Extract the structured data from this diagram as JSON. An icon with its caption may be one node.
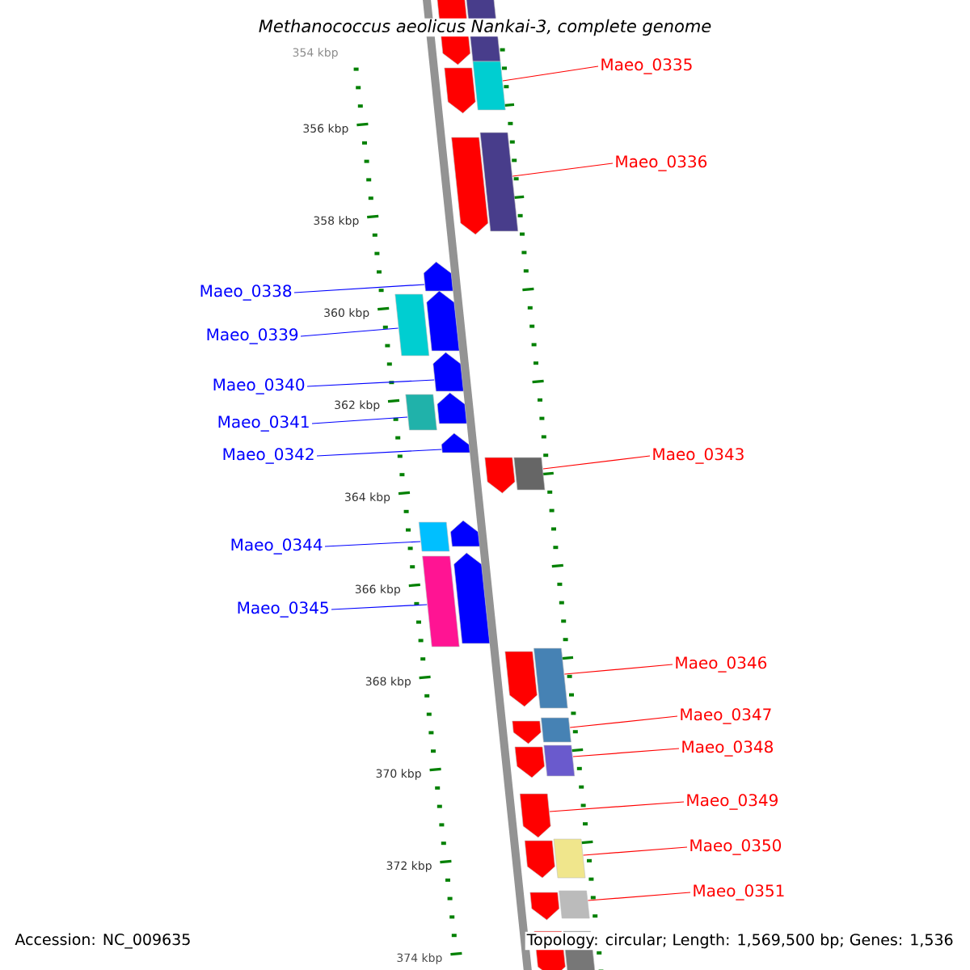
{
  "diagram": {
    "title": "Methanococcus aeolicus Nankai-3, complete genome",
    "nodes": [
      {
        "text": [
          "Maeo_0335"
        ]
      },
      {
        "text": [
          "Maeo_0336"
        ]
      },
      {
        "text": [
          "Maeo_0338"
        ]
      },
      {
        "text": [
          "Maeo_0339"
        ]
      },
      {
        "text": [
          "Maeo_0340"
        ]
      },
      {
        "text": [
          "Maeo_0341"
        ]
      },
      {
        "text": [
          "Maeo_0342"
        ]
      },
      {
        "text": [
          "Maeo_0343"
        ]
      },
      {
        "text": [
          "Maeo_0344"
        ]
      },
      {
        "text": [
          "Maeo_0345"
        ]
      },
      {
        "text": [
          "Maeo_0346"
        ]
      },
      {
        "text": [
          "Maeo_0347"
        ]
      },
      {
        "text": [
          "Maeo_0348"
        ]
      },
      {
        "text": [
          "Maeo_0349"
        ]
      },
      {
        "text": [
          "Maeo_0350"
        ]
      },
      {
        "text": [
          "Maeo_0351"
        ]
      },
      {
        "text": [],
        "shape": "box"
      },
      {
        "text": [],
        "shape": "box"
      },
      {
        "text": [],
        "shape": "box"
      },
      {
        "text": [],
        "shape": "arrow"
      },
      {
        "text": [],
        "shape": "box"
      },
      {
        "text": [],
        "shape": "arrow"
      },
      {
        "text": [],
        "shape": "box"
      },
      {
        "text": [],
        "shape": "arrow"
      },
      {
        "text": [],
        "shape": "box"
      },
      {
        "text": [],
        "shape": "box"
      },
      {
        "text": [],
        "shape": "box"
      },
      {
        "text": [],
        "shape": "box"
      },
      {
        "text": [],
        "shape": "box"
      },
      {
        "text": [],
        "shape": "box"
      },
      {
        "text": [],
        "shape": "arrow"
      },
      {
        "text": [],
        "shape": "box"
      },
      {
        "text": [],
        "shape": "box"
      },
      {
        "text": [],
        "shape": "box"
      }
    ],
    "edges": [
      {
        "from": 0,
        "to": 17,
        "arrow": "none"
      },
      {
        "from": 1,
        "to": 18,
        "arrow": "none"
      },
      {
        "from": 2,
        "to": 19,
        "arrow": "none",
        "color": "#0000ff"
      },
      {
        "from": 3,
        "to": 20,
        "arrow": "none",
        "color": "#0000ff"
      },
      {
        "from": 4,
        "to": 21,
        "arrow": "none",
        "color": "#0000ff"
      },
      {
        "from": 5,
        "to": 22,
        "arrow": "none",
        "color": "#0000ff"
      },
      {
        "from": 6,
        "to": 23,
        "arrow": "none",
        "color": "#0000ff"
      },
      {
        "from": 7,
        "to": 24,
        "arrow": "none"
      },
      {
        "from": 8,
        "to": 25,
        "arrow": "none",
        "color": "#0000ff"
      },
      {
        "from": 9,
        "to": 26,
        "arrow": "none",
        "color": "#0000ff"
      },
      {
        "from": 10,
        "to": 27,
        "arrow": "none"
      },
      {
        "from": 11,
        "to": 28,
        "arrow": "none"
      },
      {
        "from": 12,
        "to": 29,
        "arrow": "none"
      },
      {
        "from": 13,
        "to": 30,
        "arrow": "none"
      },
      {
        "from": 14,
        "to": 31,
        "arrow": "none"
      },
      {
        "from": 15,
        "to": 32,
        "arrow": "none"
      }
    ],
    "labels": [
      "354 kbp",
      "356 kbp",
      "358 kbp",
      "360 kbp",
      "362 kbp",
      "364 kbp",
      "366 kbp",
      "368 kbp",
      "370 kbp",
      "372 kbp",
      "374 kbp",
      "Accession: NC_009635",
      "Topology: circular; Length: 1,569,500 bp; Genes: 1,536"
    ]
  }
}
